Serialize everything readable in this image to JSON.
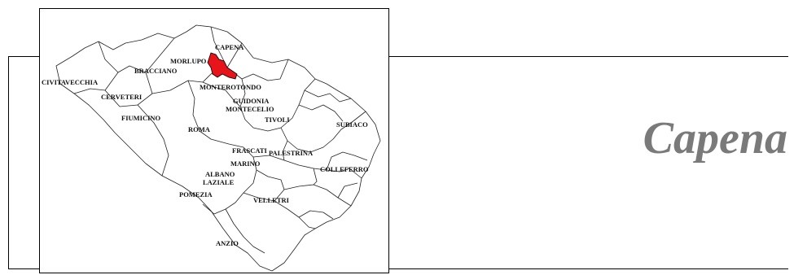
{
  "title": "Capena",
  "colors": {
    "highlight": "#e8141b",
    "title": "#7a7a7a",
    "border": "#000000"
  },
  "map": {
    "highlighted_municipality": "CAPENA",
    "labels": [
      "CAPENA",
      "MORLUPO",
      "BRACCIANO",
      "CIVITAVECCHIA",
      "CERVETERI",
      "MONTEROTONDO",
      "GUIDONIA MONTECELIO",
      "TIVOLI",
      "SUBIACO",
      "FIUMICINO",
      "ROMA",
      "FRASCATI",
      "PALESTRINA",
      "MARINO",
      "ALBANO LAZIALE",
      "COLLEFERRO",
      "POMEZIA",
      "VELLETRI",
      "ANZIO"
    ]
  }
}
